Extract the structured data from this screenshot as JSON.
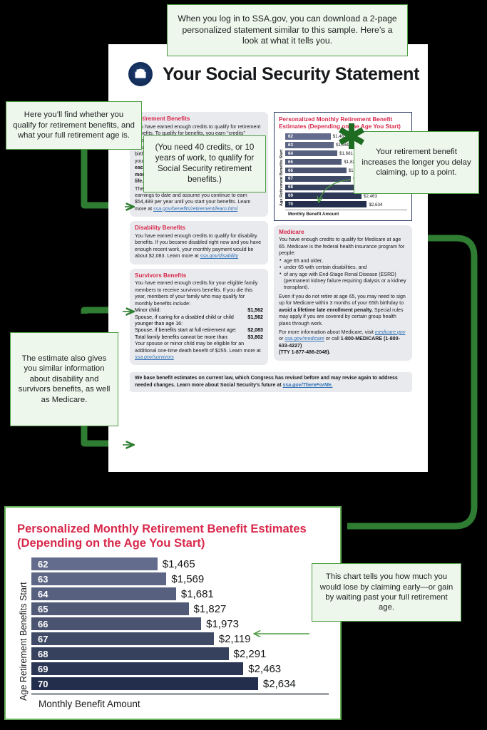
{
  "callouts": {
    "top": "When you log in to SSA.gov, you can download a 2-page personalized statement similar to this sample. Here’s a look at what it tells you.",
    "left_retirement": "Here you’ll find whether you qualify for retirement benefits, and what your full retirement age is.",
    "credits": "(You need 40 credits, or 10 years of work, to qualify for Social Security retirement benefits.)",
    "right_delay": "Your retirement benefit increases the longer you delay claiming, up to a point.",
    "left_estimate": "The estimate also gives you similar information about disability and survivors benefits, as well as Medicare.",
    "bottom_chart": "This chart tells you how much you would lose by claiming early—or gain by waiting past your full retirement age."
  },
  "statement": {
    "title": "Your Social Security Statement",
    "seal_name": "ssa-seal-icon",
    "retirement": {
      "title": "Retirement Benefits",
      "p1": "You have earned enough credits to qualify for retirement benefits. To qualify for benefits, you earn “credits” through your work — up to four each year.",
      "p2a": "Your full retirement age is 67, based on your date of birth: April 5, 1962. As shown in the chart, you can start your benefits at any time between ages 62 and 70. ",
      "p2b": "For each month you wait to start your benefits, your monthly benefit will be higher—for the rest of your life.",
      "p3a": "These personalized estimates are based on your earnings to date and assume you continue to earn $54,489 per year until you start your benefits. Learn more at ",
      "p3_link": "ssa.gov/benefits/retirement/learn.html"
    },
    "disability": {
      "title": "Disability Benefits",
      "p1a": "You have earned enough credits to qualify for disability benefits. If you became disabled right now and you have enough recent work, your monthly payment would be about $2,083. Learn more at ",
      "p1_link": "ssa.gov/disability"
    },
    "survivors": {
      "title": "Survivors Benefits",
      "p1": "You have earned enough credits for your eligible family members to receive survivors benefits. If you die this year, members of your family who may qualify for monthly benefits include:",
      "rows": [
        {
          "label": "Minor child:",
          "amount": "$1,562"
        },
        {
          "label": "Spouse, if caring for a disabled child or child younger than age 16:",
          "amount": "$1,562"
        },
        {
          "label": "Spouse, if benefits start at full retirement age:",
          "amount": "$2,083"
        },
        {
          "label": "Total family benefits cannot be more than:",
          "amount": "$3,802"
        }
      ],
      "p2a": "Your spouse or minor child may be eligible for an additional one-time death benefit of $255. Learn more at ",
      "p2_link": "ssa.gov/survivors"
    },
    "medicare": {
      "title": "Medicare",
      "p1": "You have enough credits to qualify for Medicare at age 65. Medicare is the federal health insurance program for people:",
      "bullets": [
        "age 65 and older,",
        "under 65 with certain disabilities, and",
        "of any age with End-Stage Renal Disease (ESRD) (permanent kidney failure requiring dialysis or a kidney transplant)."
      ],
      "p2a": "Even if you do not retire at age 65, you may need to sign up for Medicare within 3 months of your 65th birthday to ",
      "p2b": "avoid a lifetime late enrollment penalty.",
      "p2c": " Special rules may apply if you are covered by certain group health plans through work.",
      "p3_pre": "For more information about Medicare, visit ",
      "p3_link1": "medicare.gov",
      "p3_mid": " or ",
      "p3_link2": "ssa.gov/medicare",
      "p3_post": " or call ",
      "p3_phone": "1-800-MEDICARE (1-800-633-4227)",
      "p3_tty": "(TTY 1-877-486-2048)."
    },
    "footer_a": "We base benefit estimates on current law, which Congress has revised before and may revise again to address needed changes. Learn more about Social Security’s future at ",
    "footer_link": "ssa.gov/ThereForMe."
  },
  "chart_data": {
    "type": "bar",
    "orientation": "horizontal",
    "title": "Personalized Monthly Retirement Benefit Estimates (Depending on the Age You Start)",
    "ylabel": "Age Retirement Benefits Start",
    "xlabel": "Monthly Benefit Amount",
    "categories": [
      "62",
      "63",
      "64",
      "65",
      "66",
      "67",
      "68",
      "69",
      "70"
    ],
    "values": [
      1465,
      1569,
      1681,
      1827,
      1973,
      2119,
      2291,
      2463,
      2634
    ],
    "value_labels": [
      "$1,465",
      "$1,569",
      "$1,681",
      "$1,827",
      "$1,973",
      "$2,119",
      "$2,291",
      "$2,463",
      "$2,634"
    ],
    "bar_colors": [
      "#636c8c",
      "#5d6685",
      "#57607e",
      "#505a77",
      "#4a5470",
      "#3f4a67",
      "#36415e",
      "#2c3755",
      "#232e4c"
    ],
    "xlim": [
      0,
      2900
    ],
    "grid": false,
    "legend": false,
    "annotation": "arrow points to age 67 bar"
  },
  "colors": {
    "accent_red": "#d8294c",
    "callout_green_border": "#4e9c43",
    "callout_green_fill": "#eef7ec",
    "connector_green": "#2e7d32",
    "panel_border_green": "#66b05a"
  }
}
